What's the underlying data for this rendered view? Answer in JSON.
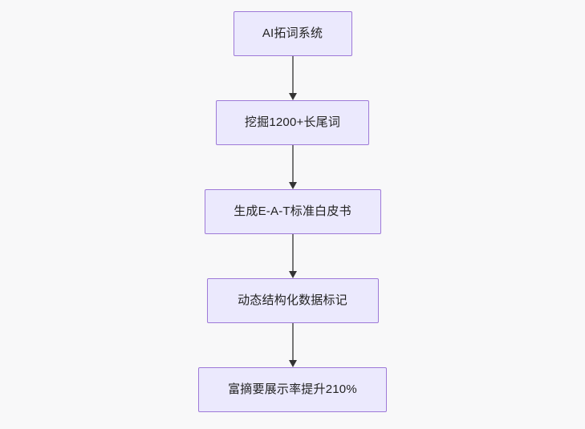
{
  "diagram": {
    "type": "flowchart",
    "orientation": "top-to-bottom",
    "background_color": "#f8f8f9",
    "node_fill_color": "#ebe9fd",
    "node_border_color": "#9e79d8",
    "node_text_color": "#232323",
    "connector_color": "#777777",
    "arrowhead_color": "#333333",
    "nodes": [
      {
        "id": "node-1",
        "label": "AI拓词系统"
      },
      {
        "id": "node-2",
        "label": "挖掘1200+长尾词"
      },
      {
        "id": "node-3",
        "label": "生成E-A-T标准白皮书"
      },
      {
        "id": "node-4",
        "label": "动态结构化数据标记"
      },
      {
        "id": "node-5",
        "label": "富摘要展示率提升210%"
      }
    ],
    "edges": [
      {
        "id": "edge-1",
        "from": "node-1",
        "to": "node-2",
        "arrow": "arrow-down-icon"
      },
      {
        "id": "edge-2",
        "from": "node-2",
        "to": "node-3",
        "arrow": "arrow-down-icon"
      },
      {
        "id": "edge-3",
        "from": "node-3",
        "to": "node-4",
        "arrow": "arrow-down-icon"
      },
      {
        "id": "edge-4",
        "from": "node-4",
        "to": "node-5",
        "arrow": "arrow-down-icon"
      }
    ]
  }
}
